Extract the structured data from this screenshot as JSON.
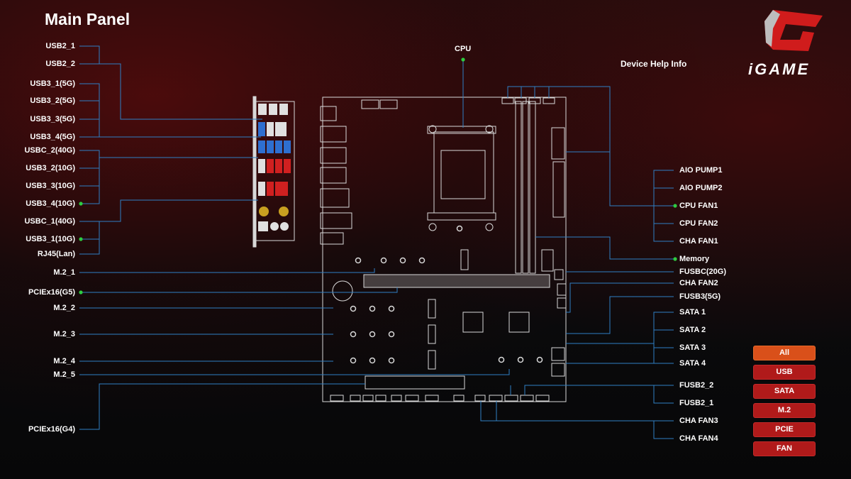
{
  "header": {
    "title": "Main Panel",
    "help": "Device Help Info",
    "logo_text": "iGAME"
  },
  "left_labels": [
    {
      "id": "usb2_1",
      "text": "USB2_1"
    },
    {
      "id": "usb2_2",
      "text": "USB2_2"
    },
    {
      "id": "usb3_1_5g",
      "text": "USB3_1(5G)"
    },
    {
      "id": "usb3_2_5g",
      "text": "USB3_2(5G)"
    },
    {
      "id": "usb3_3_5g",
      "text": "USB3_3(5G)"
    },
    {
      "id": "usb3_4_5g",
      "text": "USB3_4(5G)"
    },
    {
      "id": "usbc_2_40g",
      "text": "USBC_2(40G)"
    },
    {
      "id": "usb3_2_10g",
      "text": "USB3_2(10G)"
    },
    {
      "id": "usb3_3_10g",
      "text": "USB3_3(10G)"
    },
    {
      "id": "usb3_4_10g",
      "text": "USB3_4(10G)"
    },
    {
      "id": "usbc_1_40g",
      "text": "USBC_1(40G)"
    },
    {
      "id": "usb3_1_10g",
      "text": "USB3_1(10G)"
    },
    {
      "id": "rj45",
      "text": "RJ45(Lan)"
    },
    {
      "id": "m2_1",
      "text": "M.2_1"
    },
    {
      "id": "pcie_g5",
      "text": "PCIEx16(G5)"
    },
    {
      "id": "m2_2",
      "text": "M.2_2"
    },
    {
      "id": "m2_3",
      "text": "M.2_3"
    },
    {
      "id": "m2_4",
      "text": "M.2_4"
    },
    {
      "id": "m2_5",
      "text": "M.2_5"
    },
    {
      "id": "pcie_g4",
      "text": "PCIEx16(G4)"
    }
  ],
  "right_labels": [
    {
      "id": "aio_pump1",
      "text": "AIO PUMP1"
    },
    {
      "id": "aio_pump2",
      "text": "AIO PUMP2"
    },
    {
      "id": "cpu_fan1",
      "text": "CPU FAN1"
    },
    {
      "id": "cpu_fan2",
      "text": "CPU FAN2"
    },
    {
      "id": "cha_fan1",
      "text": "CHA FAN1"
    },
    {
      "id": "memory",
      "text": "Memory"
    },
    {
      "id": "fusbc_20g",
      "text": "FUSBC(20G)"
    },
    {
      "id": "cha_fan2",
      "text": "CHA FAN2"
    },
    {
      "id": "fusb3_5g",
      "text": "FUSB3(5G)"
    },
    {
      "id": "sata1",
      "text": "SATA 1"
    },
    {
      "id": "sata2",
      "text": "SATA 2"
    },
    {
      "id": "sata3",
      "text": "SATA 3"
    },
    {
      "id": "sata4",
      "text": "SATA 4"
    },
    {
      "id": "fusb2_2",
      "text": "FUSB2_2"
    },
    {
      "id": "fusb2_1",
      "text": "FUSB2_1"
    },
    {
      "id": "cha_fan3",
      "text": "CHA FAN3"
    },
    {
      "id": "cha_fan4",
      "text": "CHA FAN4"
    }
  ],
  "top_labels": [
    {
      "id": "cpu",
      "text": "CPU"
    }
  ],
  "filters": [
    {
      "id": "all",
      "label": "All",
      "active": true
    },
    {
      "id": "usb",
      "label": "USB",
      "active": false
    },
    {
      "id": "sata",
      "label": "SATA",
      "active": false
    },
    {
      "id": "m2",
      "label": "M.2",
      "active": false
    },
    {
      "id": "pcie",
      "label": "PCIE",
      "active": false
    },
    {
      "id": "fan",
      "label": "FAN",
      "active": false
    }
  ],
  "colors": {
    "accent_line": "#2f7fc4",
    "dot": "#2ecc40",
    "button": "#b01a1a",
    "button_active": "#d9501a",
    "board_line": "#d8d8d8"
  }
}
